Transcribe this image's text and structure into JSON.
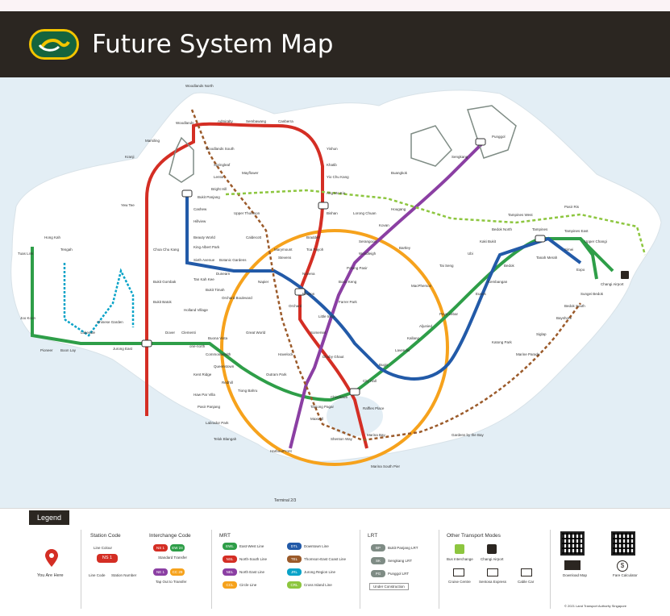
{
  "header": {
    "title": "Future System Map",
    "logo": "smrt-ribbon-logo"
  },
  "colors": {
    "ew": "#2e9e48",
    "ns": "#d42e24",
    "ne": "#8b3fa3",
    "cc": "#f6a21c",
    "dt": "#225aa8",
    "te": "#9b5a2a",
    "cr": "#8dc63f",
    "lrt": "#7f8c85",
    "sea": "#e3eef5",
    "land": "#ffffff",
    "header": "#2b2621"
  },
  "map": {
    "stations": {
      "woodlands_north": "Woodlands North",
      "woodlands": "Woodlands",
      "woodlands_south": "Woodlands South",
      "admiralty": "Admiralty",
      "sembawang": "Sembawang",
      "canberra": "Canberra",
      "yishun": "Yishun",
      "khatib": "Khatib",
      "yio_chu_kang": "Yio Chu Kang",
      "ang_mo_kio": "Ang Mo Kio",
      "bishan": "Bishan",
      "braddell": "Braddell",
      "toa_payoh": "Toa Payoh",
      "novena": "Novena",
      "newton": "Newton",
      "orchard": "Orchard",
      "somerset": "Somerset",
      "dhoby_ghaut": "Dhoby Ghaut",
      "city_hall": "City Hall",
      "raffles_place": "Raffles Place",
      "marina_bay": "Marina Bay",
      "marina_south_pier": "Marina South Pier",
      "jurong_east": "Jurong East",
      "bukit_batok": "Bukit Batok",
      "bukit_gombak": "Bukit Gombak",
      "choa_chu_kang": "Choa Chu Kang",
      "yew_tee": "Yew Tee",
      "kranji": "Kranji",
      "marsiling": "Marsiling",
      "springleaf": "Springleaf",
      "lentor": "Lentor",
      "mayflower": "Mayflower",
      "bright_hill": "Bright Hill",
      "upper_thomson": "Upper Thomson",
      "caldecott": "Caldecott",
      "stevens": "Stevens",
      "napier": "Napier",
      "orchard_boulevard": "Orchard Boulevard",
      "great_world": "Great World",
      "havelock": "Havelock",
      "outram_park": "Outram Park",
      "maxwell": "Maxwell",
      "shenton_way": "Shenton Way",
      "gardens_by_the_bay": "Gardens by the Bay",
      "punggol": "Punggol",
      "sengkang": "Sengkang",
      "buangkok": "Buangkok",
      "hougang": "Hougang",
      "kovan": "Kovan",
      "serangoon": "Serangoon",
      "woodleigh": "Woodleigh",
      "potong_pasir": "Potong Pasir",
      "boon_keng": "Boon Keng",
      "farrer_park": "Farrer Park",
      "little_india": "Little India",
      "chinatown": "Chinatown",
      "harbourfront": "HarbourFront",
      "pasir_ris": "Pasir Ris",
      "tampines": "Tampines",
      "simei": "Simei",
      "tanah_merah": "Tanah Merah",
      "expo": "Expo",
      "changi_airport": "Changi Airport",
      "bedok": "Bedok",
      "kembangan": "Kembangan",
      "eunos": "Eunos",
      "paya_lebar": "Paya Lebar",
      "aljunied": "Aljunied",
      "kallang": "Kallang",
      "lavender": "Lavender",
      "bugis": "Bugis",
      "tanjong_pagar": "Tanjong Pagar",
      "tiong_bahru": "Tiong Bahru",
      "redhill": "Redhill",
      "queenstown": "Queenstown",
      "commonwealth": "Commonwealth",
      "buona_vista": "Buona Vista",
      "dover": "Dover",
      "clementi": "Clementi",
      "chinese_garden": "Chinese Garden",
      "lakeside": "Lakeside",
      "boon_lay": "Boon Lay",
      "pioneer": "Pioneer",
      "joo_koon": "Joo Koon",
      "tuas_link": "Tuas Link",
      "bukit_panjang": "Bukit Panjang",
      "cashew": "Cashew",
      "hillview": "Hillview",
      "beauty_world": "Beauty World",
      "king_albert_park": "King Albert Park",
      "sixth_avenue": "Sixth Avenue",
      "tan_kah_kee": "Tan Kah Kee",
      "botanic_gardens": "Botanic Gardens",
      "holland_village": "Holland Village",
      "one_north": "one-north",
      "kent_ridge": "Kent Ridge",
      "haw_par_villa": "Haw Par Villa",
      "pasir_panjang": "Pasir Panjang",
      "labrador_park": "Labrador Park",
      "telok_blangah": "Telok Blangah",
      "marymount": "Marymount",
      "lorong_chuan": "Lorong Chuan",
      "tai_seng": "Tai Seng",
      "macpherson": "MacPherson",
      "bartley": "Bartley",
      "ubi": "Ubi",
      "kaki_bukit": "Kaki Bukit",
      "bedok_north": "Bedok North",
      "tampines_west": "Tampines West",
      "tampines_east": "Tampines East",
      "upper_changi": "Upper Changi",
      "katong_park": "Katong Park",
      "marine_parade": "Marine Parade",
      "siglap": "Siglap",
      "bayshore": "Bayshore",
      "bedok_south": "Bedok South",
      "sungei_bedok": "Sungei Bedok",
      "tengah": "Tengah",
      "hong_kah": "Hong Kah",
      "bukit_timah": "Bukit Timah",
      "dunearn": "Dunearn"
    },
    "terminal_label": "Terminal 2/3"
  },
  "legend": {
    "tab": "Legend",
    "you_are_here": "You Are Here",
    "station_code": {
      "title": "Station Code",
      "line_colour": "Line Colour",
      "example": "NS 1",
      "line_code": "Line Code",
      "station_number": "Station Number"
    },
    "interchange_code": {
      "title": "Interchange Code",
      "standard_code_a": "NS 1",
      "standard_code_b": "EW 24",
      "standard": "Standard Transfer",
      "tap_code_a": "NE 1",
      "tap_code_b": "CC 29",
      "tap": "Tap Out to Transfer"
    },
    "mrt": {
      "title": "MRT",
      "lines": [
        {
          "code": "EWL",
          "name": "East-West Line",
          "color": "#2e9e48"
        },
        {
          "code": "NSL",
          "name": "North-South Line",
          "color": "#d42e24"
        },
        {
          "code": "NEL",
          "name": "North East Line",
          "color": "#8b3fa3"
        },
        {
          "code": "CCL",
          "name": "Circle Line",
          "color": "#f6a21c"
        },
        {
          "code": "DTL",
          "name": "Downtown Line",
          "color": "#225aa8"
        },
        {
          "code": "TEL",
          "name": "Thomson-East Coast Line",
          "color": "#9b5a2a"
        },
        {
          "code": "JRL",
          "name": "Jurong Region Line",
          "color": "#0aa3c8"
        },
        {
          "code": "CRL",
          "name": "Cross Island Line",
          "color": "#8dc63f"
        }
      ]
    },
    "lrt": {
      "title": "LRT",
      "lines": [
        {
          "code": "BP",
          "name": "Bukit Panjang LRT",
          "color": "#7f8c85"
        },
        {
          "code": "SK",
          "name": "Sengkang LRT",
          "color": "#7f8c85"
        },
        {
          "code": "PG",
          "name": "Punggol LRT",
          "color": "#7f8c85"
        }
      ],
      "under_construction": "Under Construction"
    },
    "other": {
      "title": "Other Transport Modes",
      "items": [
        "Bus Interchange",
        "Changi Airport",
        "Cruise Centre",
        "Sentosa Express",
        "Cable Car"
      ]
    },
    "download_map": "Download Map",
    "fare_calculator": "Fare Calculator",
    "copyright": "© 2021 Land Transport Authority Singapore"
  }
}
